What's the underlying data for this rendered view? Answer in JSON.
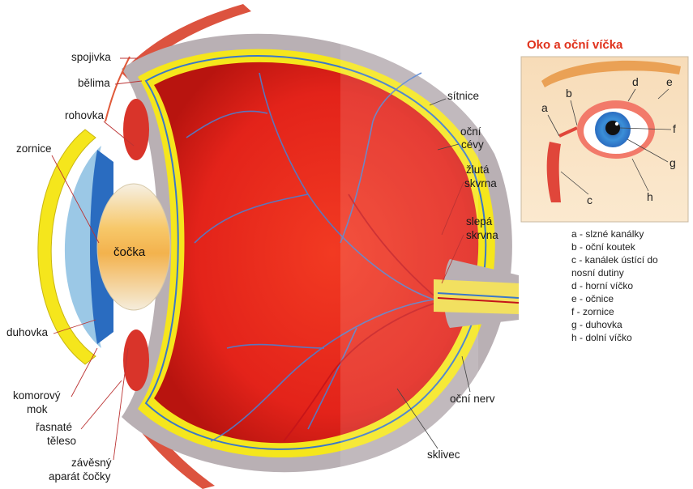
{
  "labels": {
    "spojivka": "spojivka",
    "belima": "bělima",
    "rohovka": "rohovka",
    "zornice": "zornice",
    "cocka": "čočka",
    "duhovka": "duhovka",
    "komorovy_1": "komorový",
    "komorovy_2": "mok",
    "rasnate_1": "řasnaté",
    "rasnate_2": "těleso",
    "zavesny_1": "závěsný",
    "zavesny_2": "aparát čočky",
    "sitnice": "sítnice",
    "ocni_cevy_1": "oční",
    "ocni_cevy_2": "cévy",
    "zluta_1": "žlutá",
    "zluta_2": "skvrna",
    "slepa_1": "slepá",
    "slepa_2": "skrvna",
    "ocni_nerv": "oční nerv",
    "sklivec": "sklivec"
  },
  "inset": {
    "title": "Oko a oční víčka",
    "letters": {
      "a": "a",
      "b": "b",
      "c": "c",
      "d": "d",
      "e": "e",
      "f": "f",
      "g": "g",
      "h": "h"
    },
    "legend": [
      "a - slzné kanálky",
      "b - oční koutek",
      "c - kanálek ústící do",
      "nosní dutiny",
      "d - horní víčko",
      "e - očnice",
      "f - zornice",
      "g - duhovka",
      "h - dolní víčko"
    ]
  },
  "colors": {
    "vitreous": "#e8251a",
    "sclera": "#b9b0b4",
    "retina_yellow": "#f5e61c",
    "label_red": "#e0321c",
    "inset_bg": "#fbe9cf"
  }
}
